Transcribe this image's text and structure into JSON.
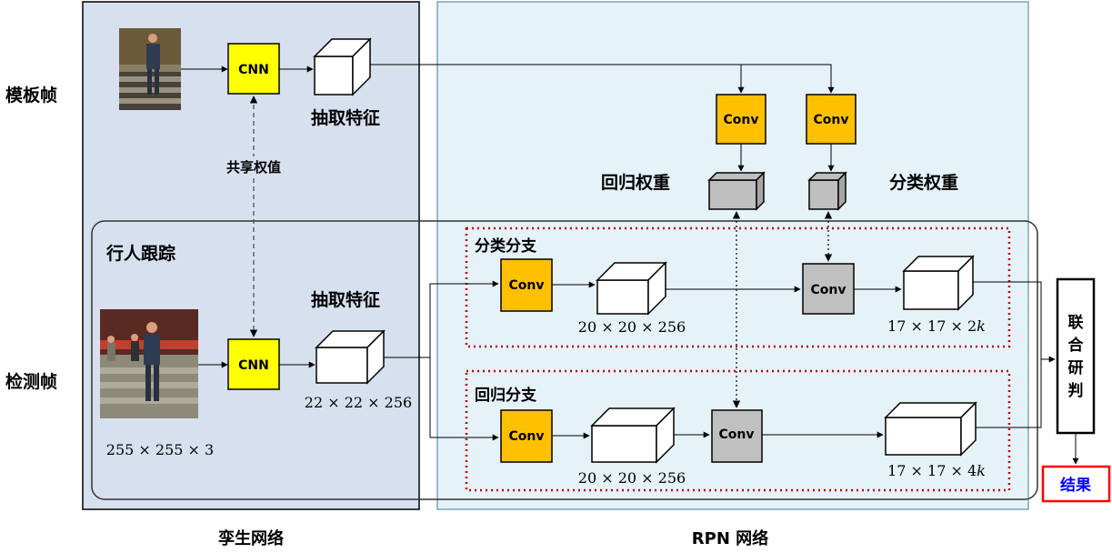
{
  "diagram": {
    "row_labels": {
      "template": "模板帧",
      "detection": "检测帧"
    },
    "siamese": {
      "caption": "孪生网络",
      "shared_weights": "共享权值",
      "tracking_panel": "行人跟踪",
      "cnn_top": "CNN",
      "cnn_bottom": "CNN",
      "extract_top": "抽取特征",
      "extract_bottom": "抽取特征",
      "input_dims": "255 × 255 × 3",
      "feature_dims": "22 × 22 × 256"
    },
    "rpn": {
      "caption": "RPN 网络",
      "reg_weight": "回归权重",
      "cls_weight": "分类权重",
      "conv_reg_weight": "Conv",
      "conv_cls_weight": "Conv",
      "cls_branch": {
        "title": "分类分支",
        "conv1": "Conv",
        "dims1": "20 × 20 × 256",
        "conv2": "Conv",
        "dims2_prefix": "17 × 17 × 2",
        "dims2_k": "k"
      },
      "reg_branch": {
        "title": "回归分支",
        "conv1": "Conv",
        "dims1": "20 × 20 × 256",
        "conv2": "Conv",
        "dims2_prefix": "17 × 17 × 4",
        "dims2_k": "k"
      },
      "joint_decision": "联合研判",
      "result": "结果"
    },
    "colors": {
      "siamese_bg": "#d7e0ee",
      "rpn_bg": "#e5f2f8",
      "cnn_fill": "#ffff00",
      "conv_orange": "#ffc000",
      "conv_gray": "#c0c0c0",
      "branch_border": "#c00000",
      "result_border": "#ff0000",
      "result_text": "#0000ff"
    }
  }
}
